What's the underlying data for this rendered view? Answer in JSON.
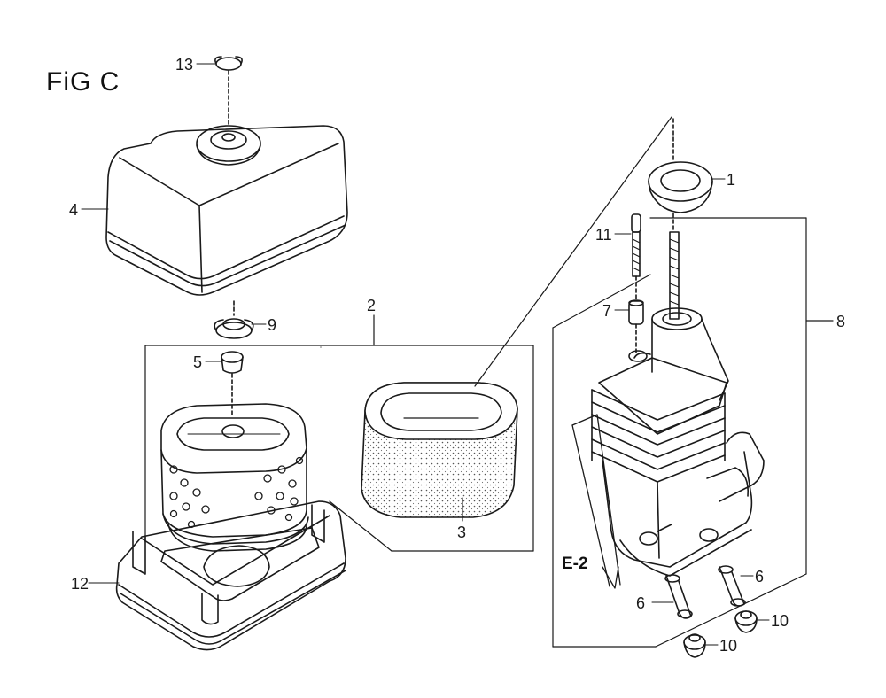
{
  "figure": {
    "title": "FiG C",
    "reference": "E-2"
  },
  "callouts": [
    {
      "id": "c13",
      "text": "13"
    },
    {
      "id": "c4",
      "text": "4"
    },
    {
      "id": "c9",
      "text": "9"
    },
    {
      "id": "c2",
      "text": "2"
    },
    {
      "id": "c5",
      "text": "5"
    },
    {
      "id": "c3",
      "text": "3"
    },
    {
      "id": "c12",
      "text": "12"
    },
    {
      "id": "c1",
      "text": "1"
    },
    {
      "id": "c11",
      "text": "11"
    },
    {
      "id": "c7",
      "text": "7"
    },
    {
      "id": "c8",
      "text": "8"
    },
    {
      "id": "c6a",
      "text": "6"
    },
    {
      "id": "c6b",
      "text": "6"
    },
    {
      "id": "c10a",
      "text": "10"
    },
    {
      "id": "c10b",
      "text": "10"
    }
  ],
  "colors": {
    "line": "#1a1a1a",
    "stipple": "#555555",
    "background": "#ffffff"
  }
}
